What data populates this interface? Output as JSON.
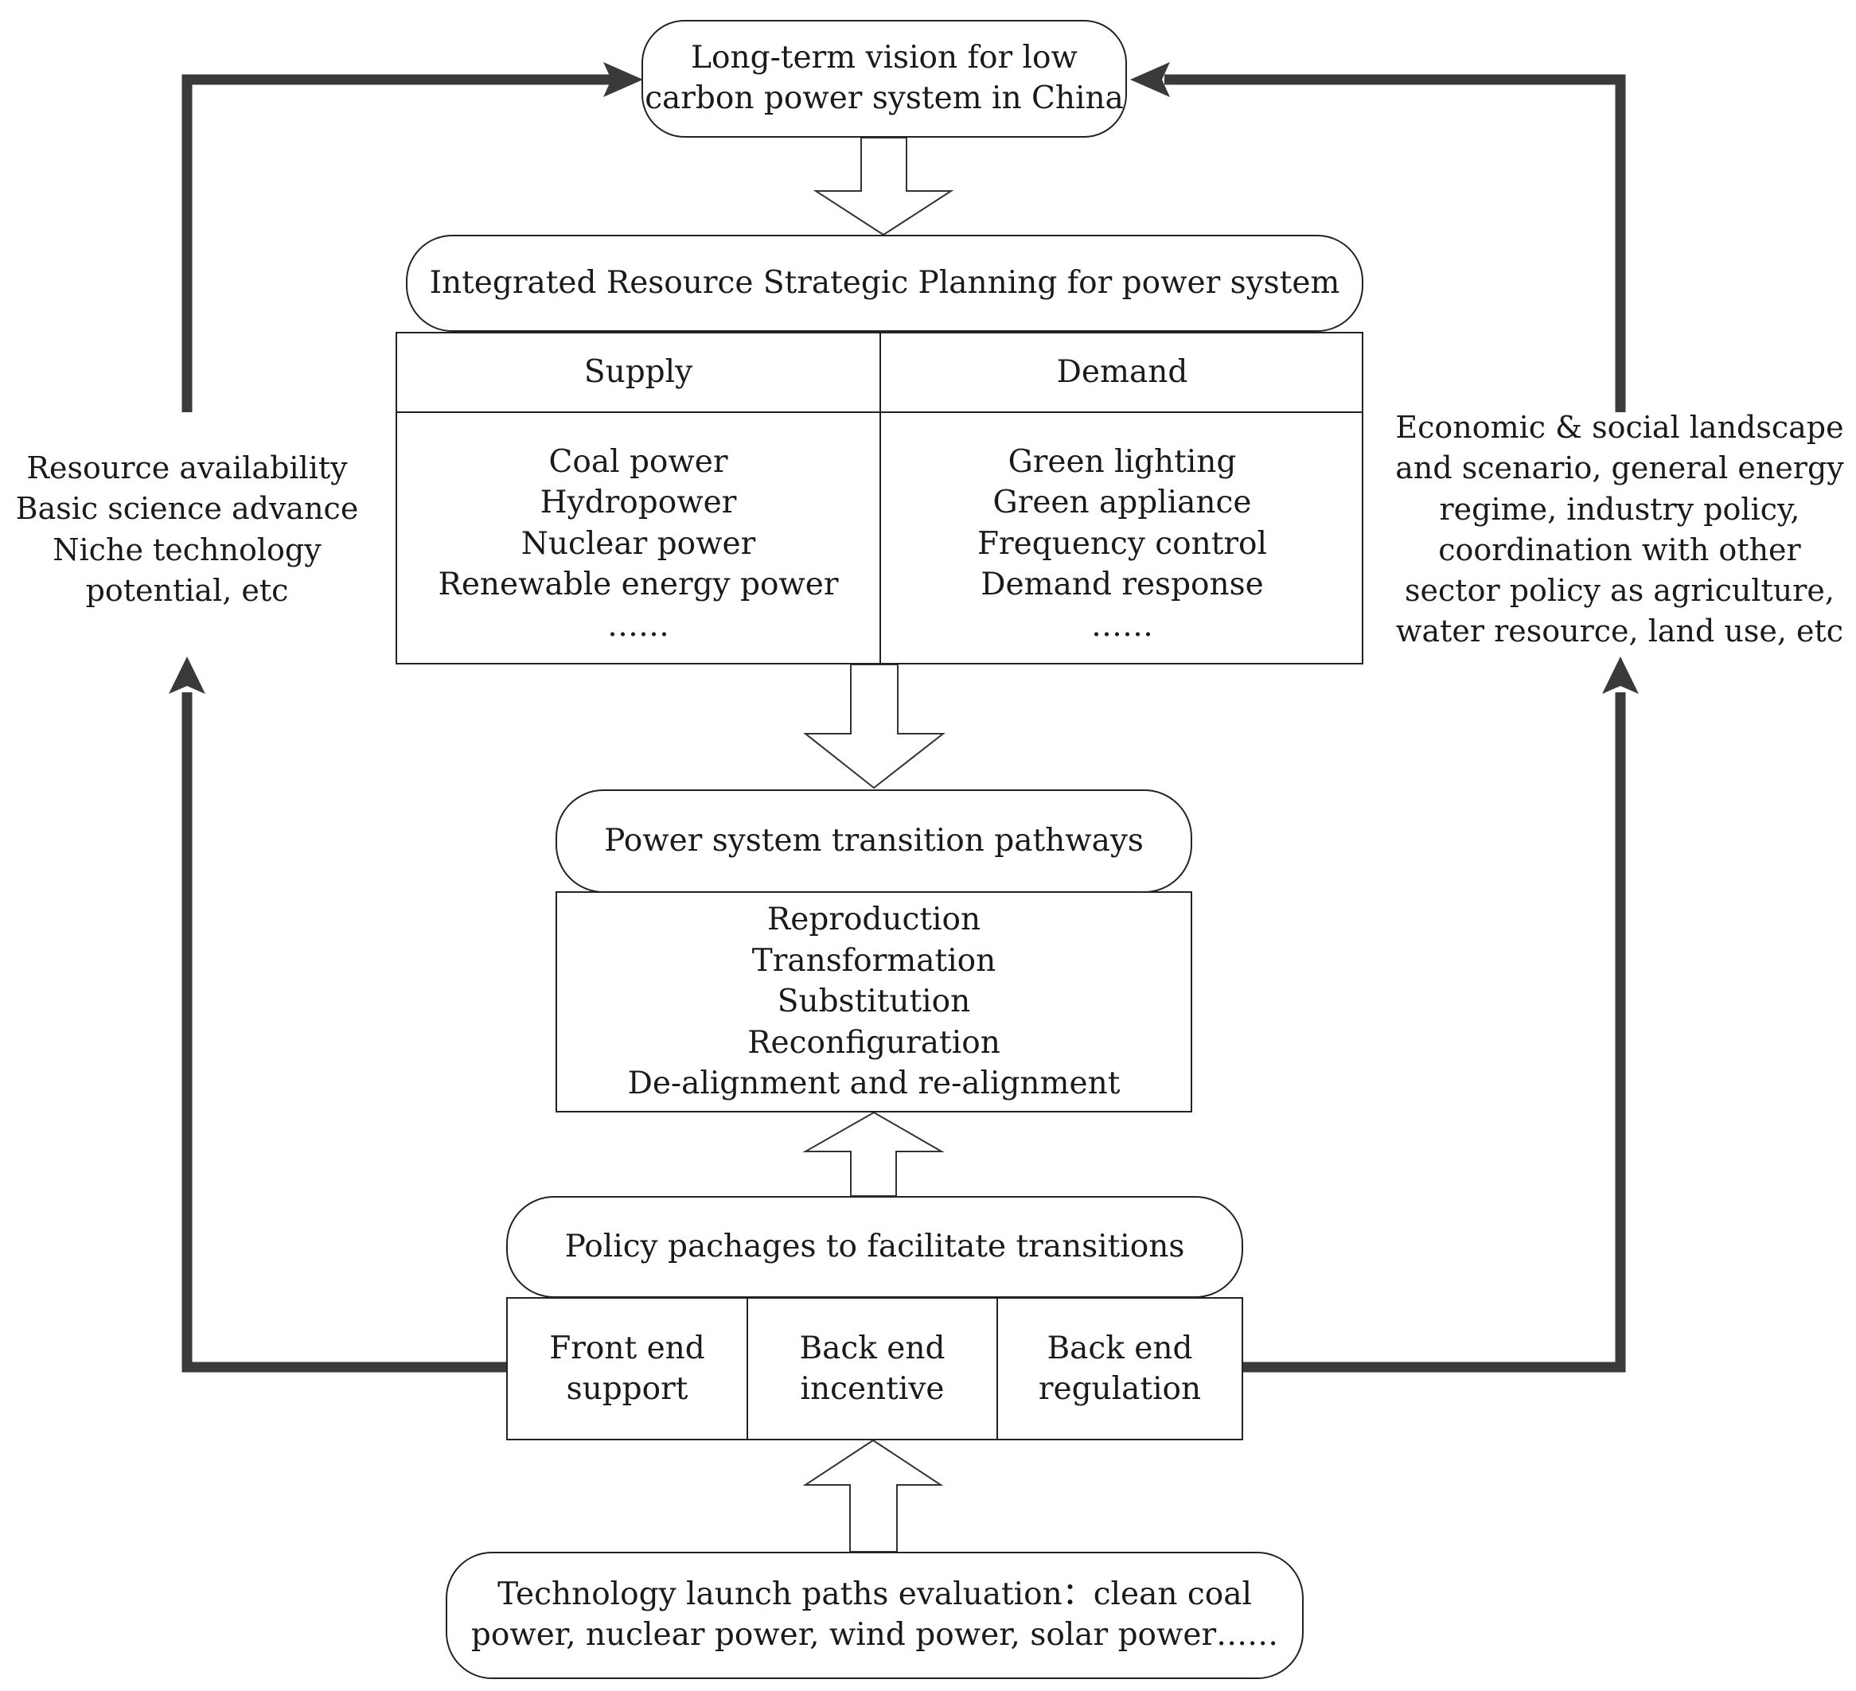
{
  "vision": {
    "lines": [
      "Long-term vision for low",
      "carbon power system in China"
    ]
  },
  "irsp": {
    "title": "Integrated Resource Strategic Planning for power system",
    "supply": {
      "header": "Supply",
      "items": [
        "Coal power",
        "Hydropower",
        "Nuclear power",
        "Renewable energy power",
        "……"
      ]
    },
    "demand": {
      "header": "Demand",
      "items": [
        "Green lighting",
        "Green appliance",
        "Frequency control",
        "Demand response",
        "……"
      ]
    }
  },
  "pathways": {
    "title": "Power system transition pathways",
    "items": [
      "Reproduction",
      "Transformation",
      "Substitution",
      "Reconfiguration",
      "De-alignment and re-alignment"
    ]
  },
  "policy": {
    "title": "Policy pachages to facilitate transitions",
    "cells": [
      {
        "lines": [
          "Front end",
          "support"
        ]
      },
      {
        "lines": [
          "Back end",
          "incentive"
        ]
      },
      {
        "lines": [
          "Back end",
          "regulation"
        ]
      }
    ]
  },
  "technology": {
    "lines": [
      "Technology launch paths evaluation：clean coal",
      "power, nuclear power, wind power, solar power……"
    ]
  },
  "left_factors": {
    "lines": [
      "Resource availability",
      "Basic science advance",
      "Niche technology",
      "potential, etc"
    ]
  },
  "right_factors": {
    "lines": [
      "Economic & social landscape",
      "and scenario, general energy",
      "regime, industry policy,",
      "coordination with other",
      "sector policy as agriculture,",
      "water resource, land use, etc"
    ]
  },
  "colors": {
    "feedback_arrow": "#3a3a3a",
    "border": "#222222",
    "background": "#ffffff"
  }
}
